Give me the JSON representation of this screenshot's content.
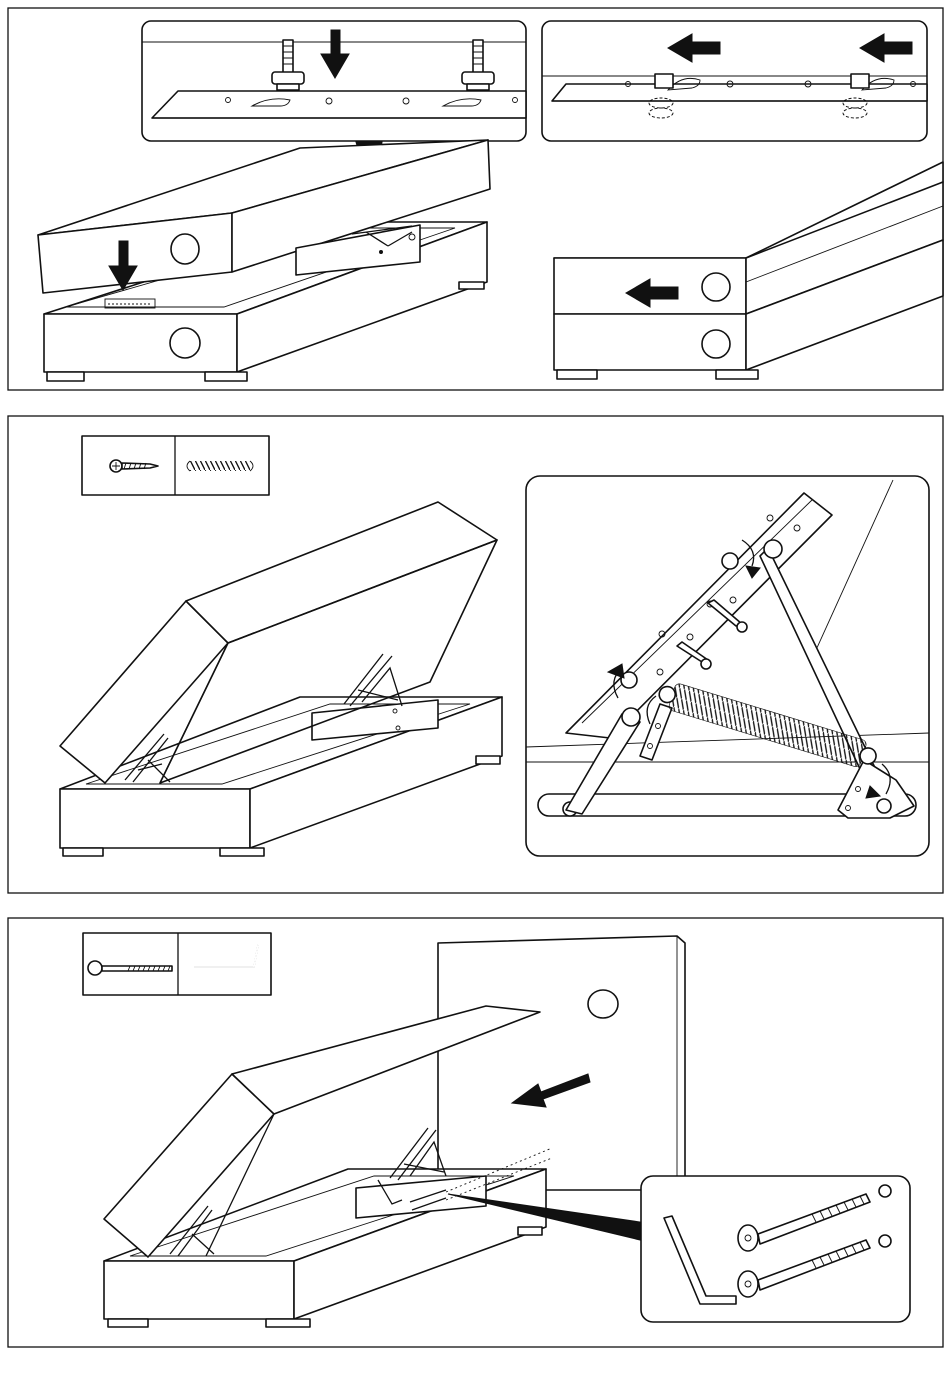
{
  "document": {
    "type": "assembly-instructions",
    "steps": [
      {
        "id": "step-1",
        "parts": []
      },
      {
        "id": "step-2",
        "parts": [
          "screw-icon",
          "spring-icon"
        ]
      },
      {
        "id": "step-3",
        "parts": [
          "bolt-icon",
          "allen-key-icon"
        ]
      }
    ]
  },
  "colors": {
    "line": "#111111",
    "paper": "#ffffff"
  }
}
